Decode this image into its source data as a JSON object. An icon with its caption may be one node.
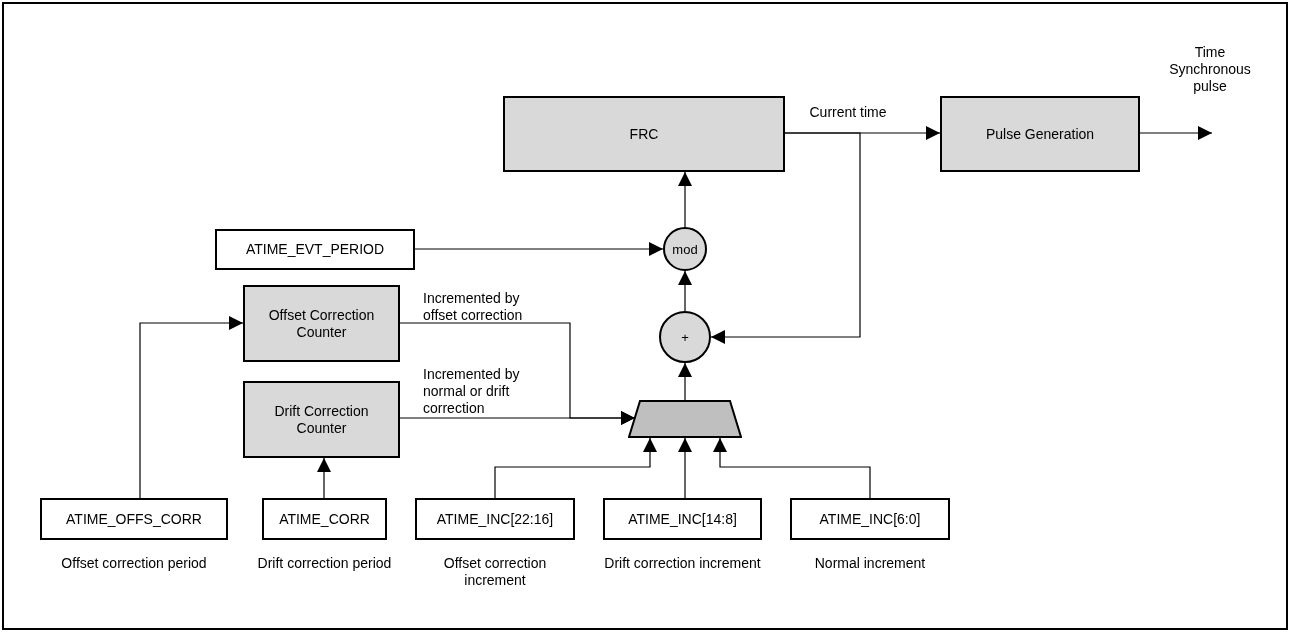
{
  "diagram": {
    "nodes": [
      {
        "text": [
          "FRC"
        ]
      },
      {
        "text": [
          "Pulse Generation"
        ]
      },
      {
        "text": [
          "ATIME_EVT_PERIOD"
        ]
      },
      {
        "text": [
          "mod"
        ]
      },
      {
        "text": [
          "Offset Correction Counter"
        ]
      },
      {
        "text": [
          "+"
        ]
      },
      {
        "text": [
          "Drift Correction Counter"
        ]
      },
      {
        "text": [],
        "shape": "trapezoid"
      },
      {
        "text": [
          "ATIME_OFFS_CORR"
        ],
        "beside": [
          "Offset correction period"
        ]
      },
      {
        "text": [
          "ATIME_CORR"
        ],
        "beside": [
          "Drift correction period"
        ]
      },
      {
        "text": [
          "ATIME_INC[22:16]"
        ],
        "beside": [
          "Offset correction increment"
        ]
      },
      {
        "text": [
          "ATIME_INC[14:8]"
        ],
        "beside": [
          "Drift correction increment"
        ]
      },
      {
        "text": [
          "ATIME_INC[6:0]"
        ],
        "beside": [
          "Normal increment"
        ]
      }
    ],
    "edges": [
      {
        "from": 3,
        "to": 0,
        "arrow": "to"
      },
      {
        "from": 0,
        "to": 1,
        "arrow": "to",
        "label": "Current time"
      },
      {
        "from": 1,
        "to": null,
        "arrow": "to",
        "label": "Time Synchronous pulse"
      },
      {
        "from": 0,
        "to": 5,
        "arrow": "to"
      },
      {
        "from": 2,
        "to": 3,
        "arrow": "to"
      },
      {
        "from": 5,
        "to": 3,
        "arrow": "to"
      },
      {
        "from": 7,
        "to": 5,
        "arrow": "to"
      },
      {
        "from": 4,
        "to": 7,
        "arrow": "to",
        "label": "Incremented by offset correction"
      },
      {
        "from": 6,
        "to": 7,
        "arrow": "to",
        "label": "Incremented by normal or drift correction"
      },
      {
        "from": 8,
        "to": 4,
        "arrow": "to"
      },
      {
        "from": 9,
        "to": 6,
        "arrow": "to"
      },
      {
        "from": 10,
        "to": 7,
        "arrow": "to"
      },
      {
        "from": 11,
        "to": 7,
        "arrow": "to"
      },
      {
        "from": 12,
        "to": 7,
        "arrow": "to"
      }
    ]
  }
}
